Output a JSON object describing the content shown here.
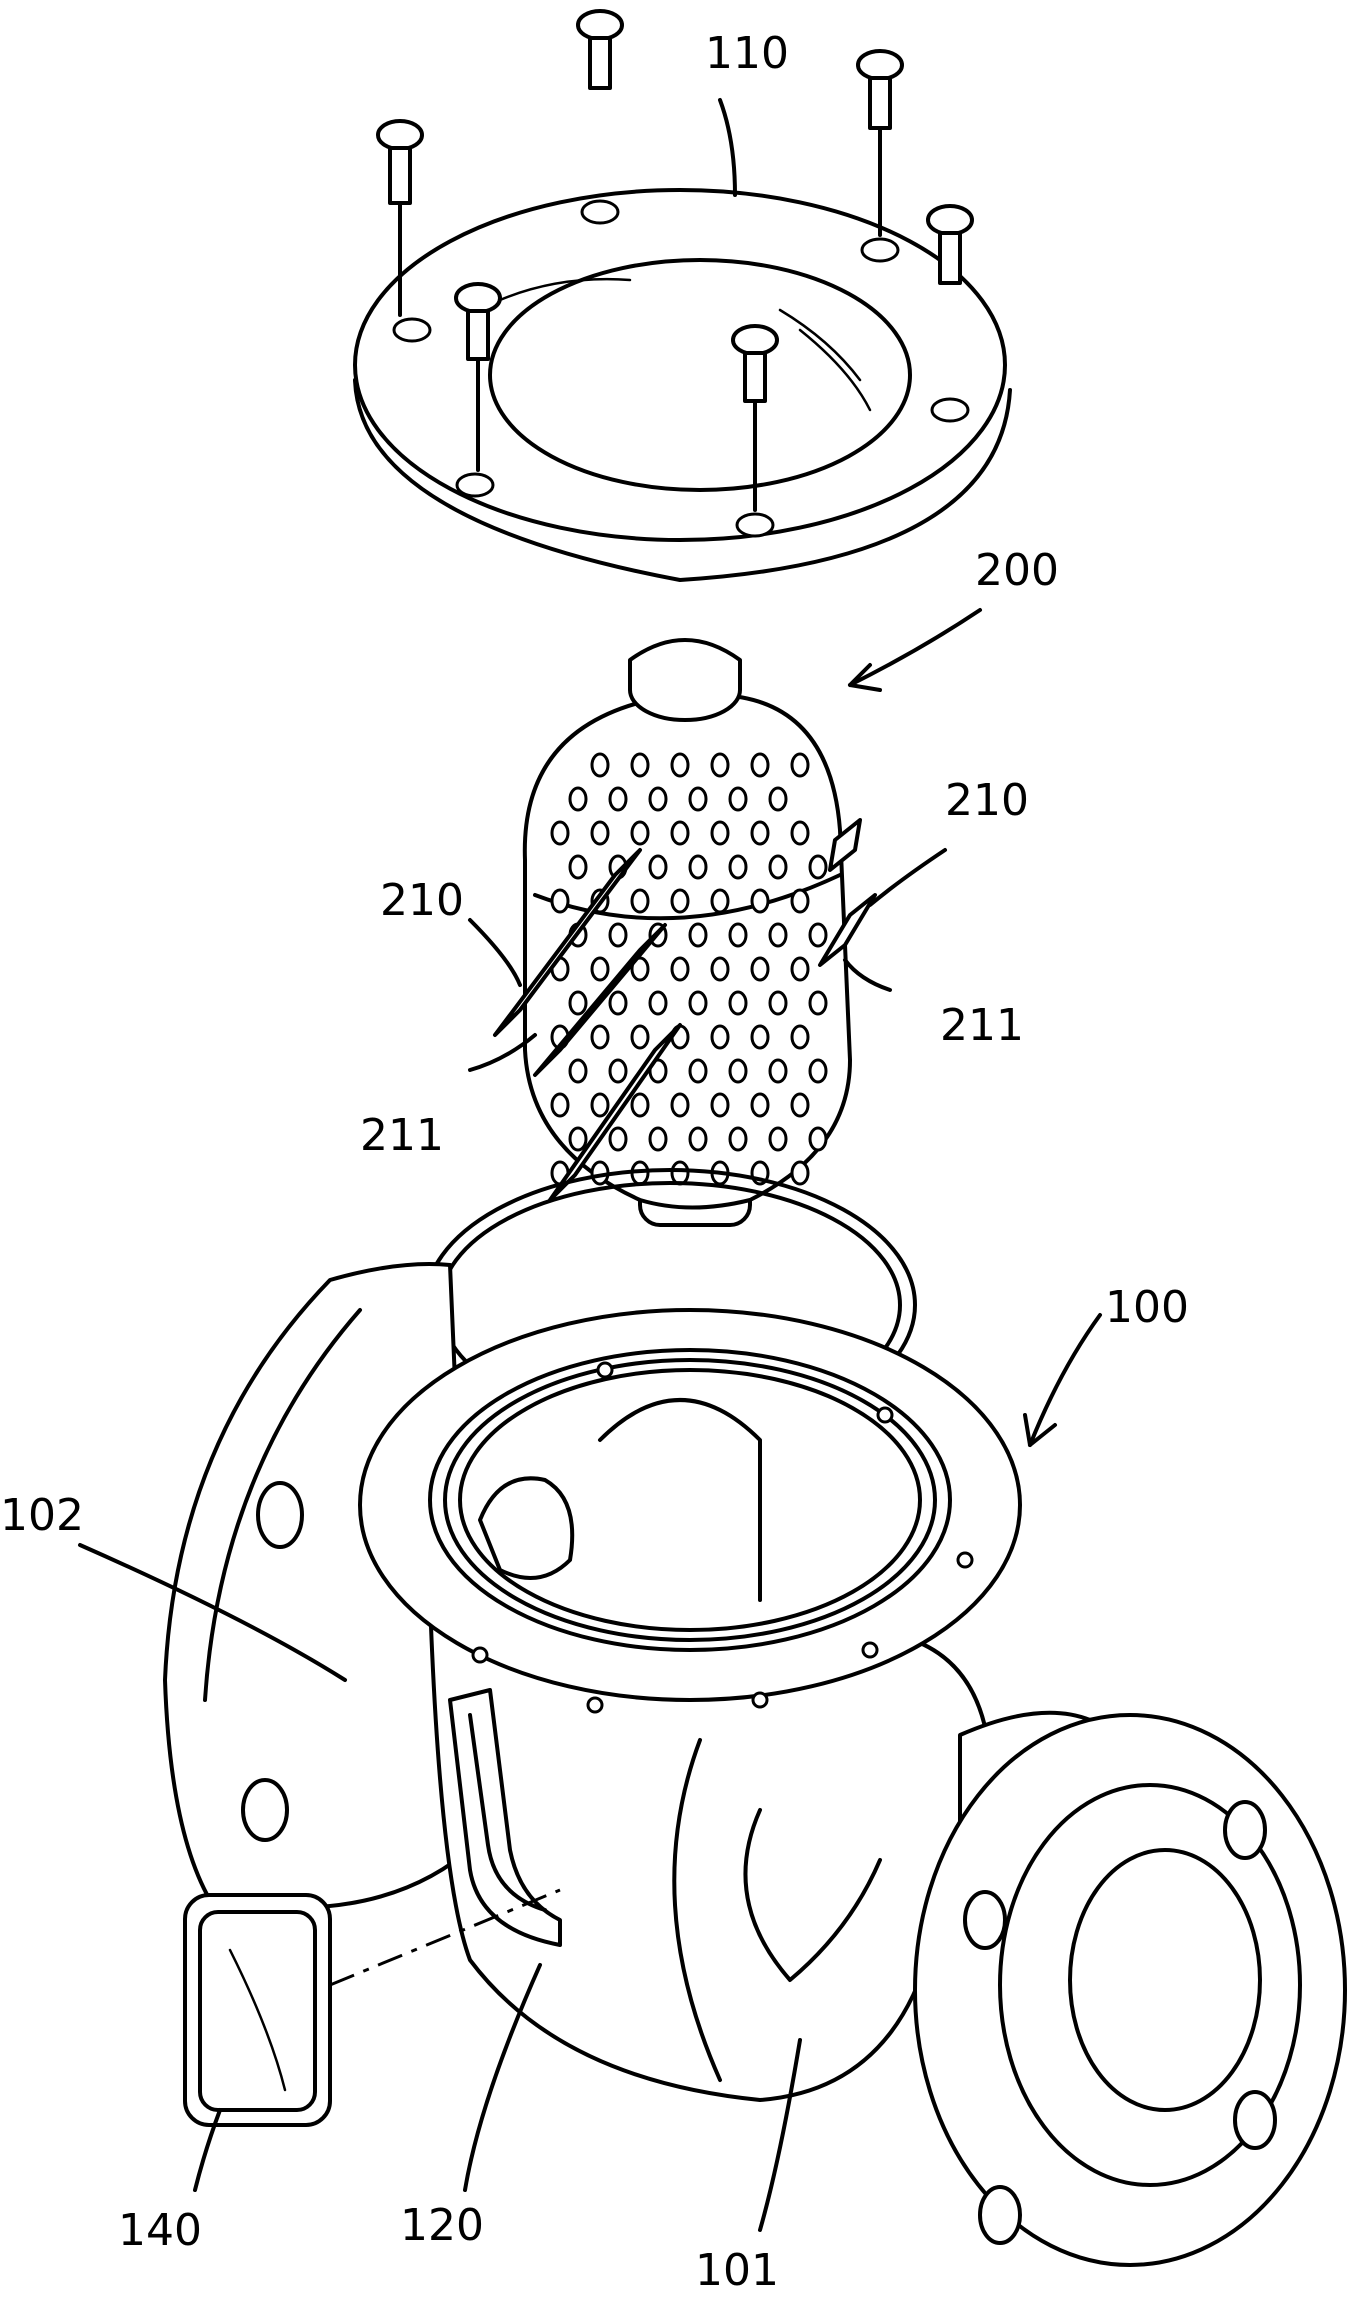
{
  "figure": {
    "labels": {
      "cover": "110",
      "strainer": "200",
      "fin_upper_left": "210",
      "fin_upper_right": "210",
      "fin_lower_left": "211",
      "fin_lower_right": "211",
      "body": "100",
      "inlet": "102",
      "window": "120",
      "outlet": "101",
      "sight_glass": "140"
    }
  }
}
